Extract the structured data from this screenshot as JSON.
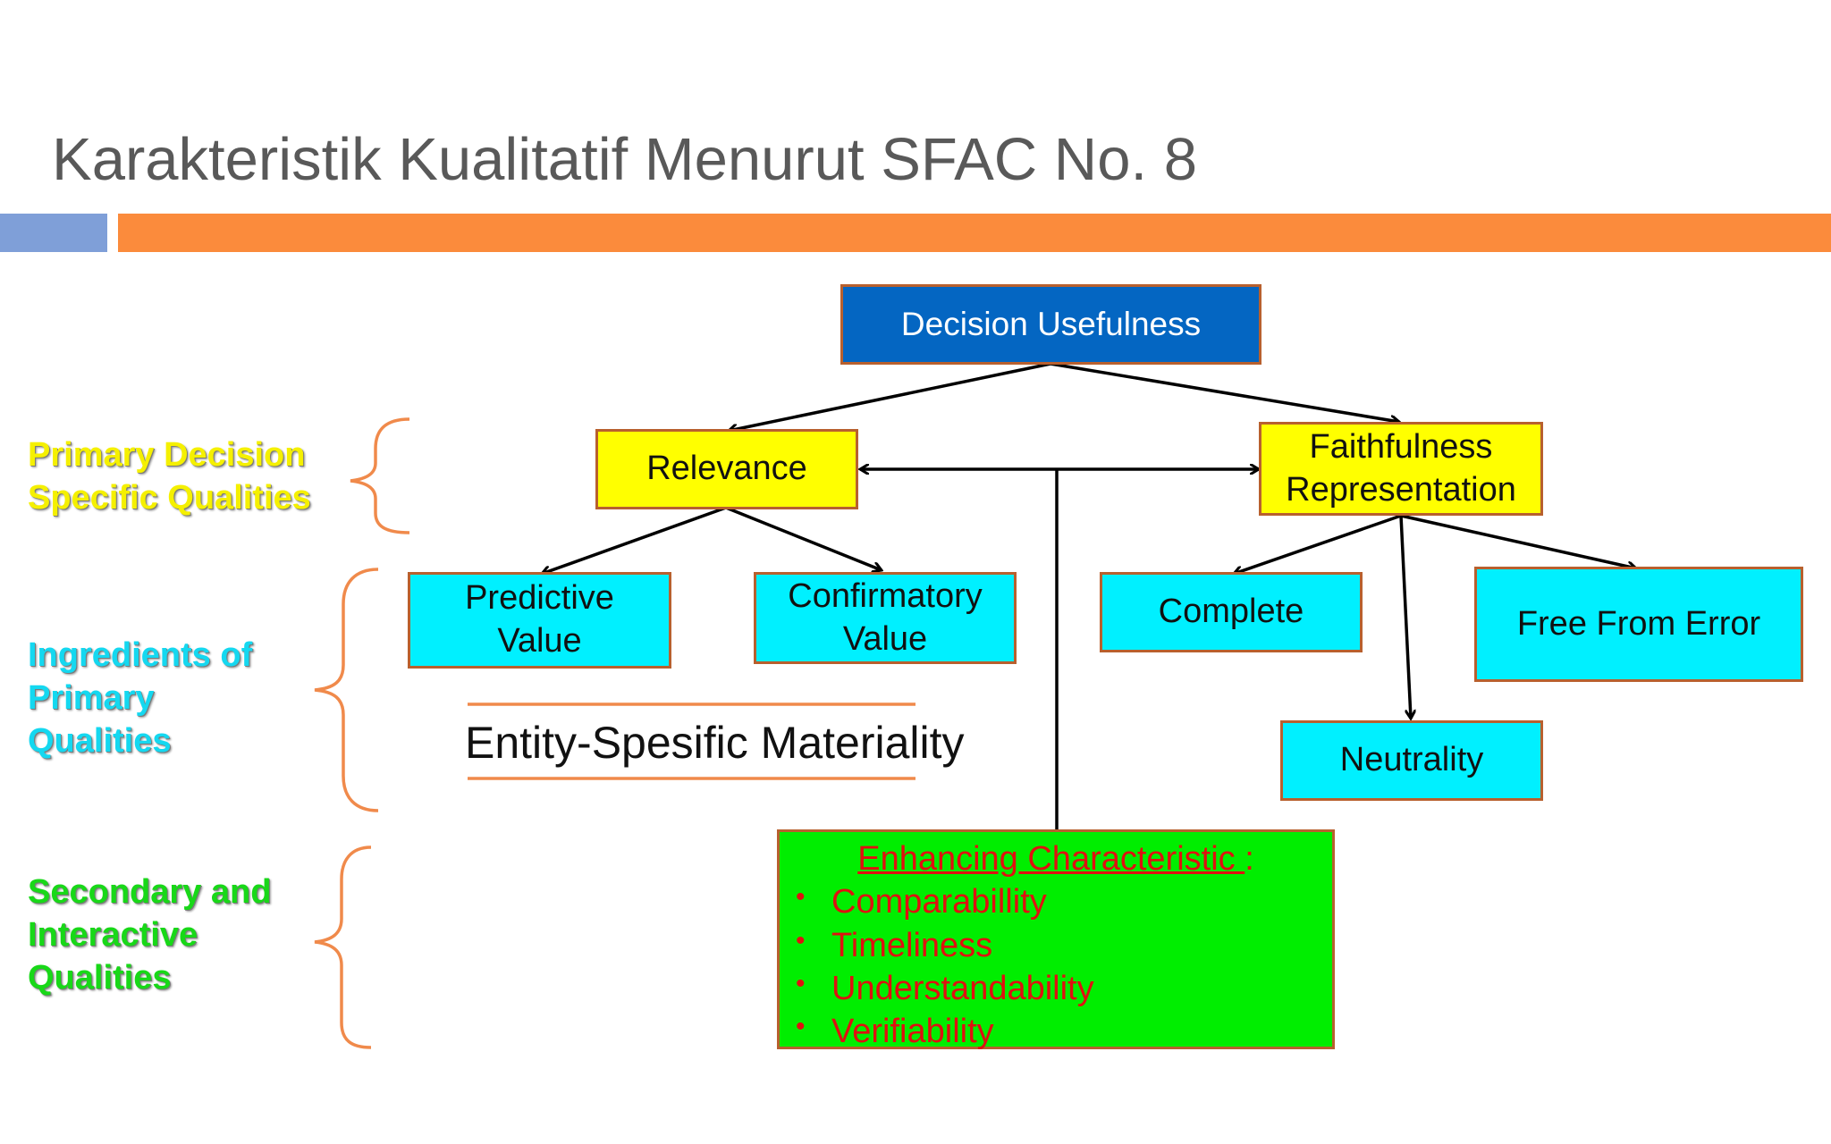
{
  "title": "Karakteristik Kualitatif Menurut SFAC No. 8",
  "nodes": {
    "decision_usefulness": "Decision Usefulness",
    "relevance": "Relevance",
    "faithfulness_line1": "Faithfulness",
    "faithfulness_line2": "Representation",
    "predictive_line1": "Predictive",
    "predictive_line2": "Value",
    "confirmatory_line1": "Confirmatory",
    "confirmatory_line2": "Value",
    "complete": "Complete",
    "free_from_error": "Free From Error",
    "neutrality": "Neutrality",
    "materiality": "Entity-Spesific Materiality"
  },
  "enhancing": {
    "heading": "Enhancing Characteristic ",
    "heading_suffix": ":",
    "bullet": "•",
    "items": [
      "Comparabillity",
      "Timeliness",
      "Understandability",
      "Verifiability"
    ]
  },
  "side_labels": {
    "primary": [
      "Primary Decision",
      "Specific Qualities"
    ],
    "ingredients": [
      "Ingredients of",
      "Primary",
      "Qualities"
    ],
    "secondary": [
      "Secondary and",
      "Interactive",
      "Qualities"
    ]
  },
  "colors": {
    "accent_orange": "#fb8b3c",
    "accent_blue": "#7f9fd8",
    "node_blue": "#0466c2",
    "node_yellow": "#ffff00",
    "node_cyan": "#00f0ff",
    "node_green": "#00ee00",
    "enhancing_text": "#e01010"
  }
}
